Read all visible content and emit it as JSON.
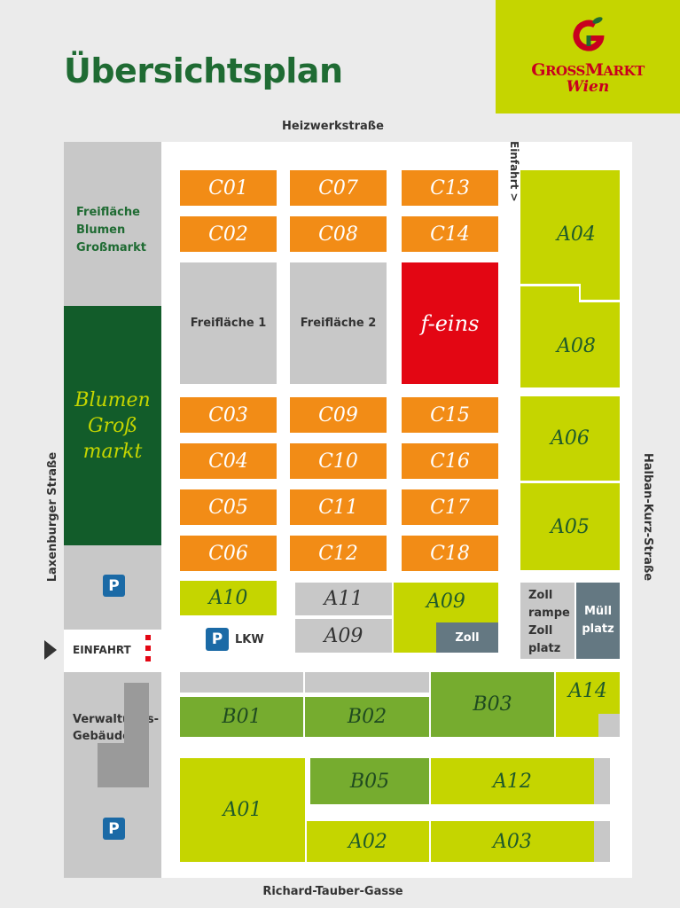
{
  "title": "Übersichtsplan",
  "logo": {
    "brand_big1": "G",
    "brand_small1": "ROSS",
    "brand_big2": "M",
    "brand_small2": "ARKT",
    "city": "Wien"
  },
  "streets": {
    "top": "Heizwerkstraße",
    "bottom": "Richard-Tauber-Gasse",
    "left": "Laxenburger Straße",
    "right": "Halban-Kurz-Straße"
  },
  "entrance_top": "Einfahrt >",
  "entrance_left": "EINFAHRT",
  "left_strip": {
    "freiflaeche": "Freifläche Blumen Großmarkt",
    "blumen_line1": "Blumen",
    "blumen_line2": "Groß",
    "blumen_line3": "markt",
    "parking1": "P",
    "parking2": "P",
    "verwaltung": "Verwaltungs- Gebäude"
  },
  "c_stalls": {
    "c01": "C01",
    "c07": "C07",
    "c13": "C13",
    "c02": "C02",
    "c08": "C08",
    "c14": "C14",
    "c03": "C03",
    "c09": "C09",
    "c15": "C15",
    "c04": "C04",
    "c10": "C10",
    "c16": "C16",
    "c05": "C05",
    "c11": "C11",
    "c17": "C17",
    "c06": "C06",
    "c12": "C12",
    "c18": "C18"
  },
  "freiflaeche1": "Freifläche 1",
  "freiflaeche2": "Freifläche 2",
  "feins": "f-eins",
  "a_halls": {
    "a04": "A04",
    "a08": "A08",
    "a06": "A06",
    "a05": "A05",
    "a10": "A10",
    "a11": "A11",
    "a09_lime": "A09",
    "a09_grey": "A09",
    "a14": "A14",
    "a01": "A01",
    "a12": "A12",
    "a02": "A02",
    "a03": "A03"
  },
  "b_halls": {
    "b01": "B01",
    "b02": "B02",
    "b03": "B03",
    "b05": "B05"
  },
  "zoll": "Zoll",
  "zollrampe": "Zoll rampe Zoll platz",
  "muellplatz": "Müll platz",
  "lkw_p": "P",
  "lkw": "LKW",
  "colors": {
    "orange": "#f28c16",
    "lime": "#c5d500",
    "green": "#76ac2f",
    "darkgreen": "#125c2a",
    "red": "#e30613",
    "title": "#1f6b33"
  }
}
